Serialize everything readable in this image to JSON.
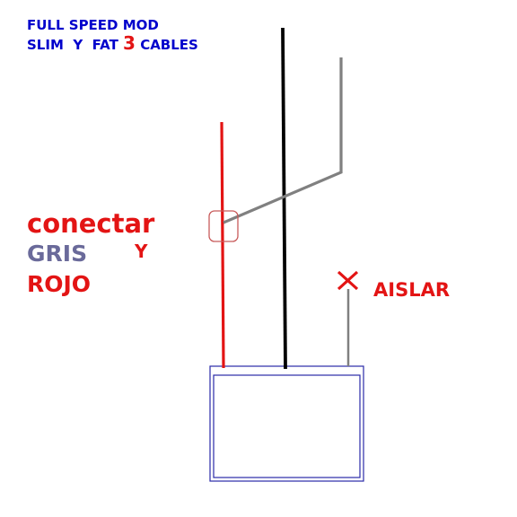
{
  "header": {
    "line1": "FULL SPEED MOD",
    "line2_prefix": "SLIM  Y  FAT ",
    "line2_number": "3",
    "line2_suffix": " CABLES"
  },
  "labels": {
    "connect": "conectar",
    "y": "Y",
    "gray": "GRIS",
    "red": "ROJO",
    "isolate": "AISLAR"
  },
  "colors": {
    "title_blue": "#0000cc",
    "accent_red": "#e31414",
    "gray_text": "#6a6a9a",
    "wire_red": "#e31414",
    "wire_black": "#000000",
    "wire_gray": "#808080",
    "box_border": "#2a2aa8",
    "connection_circle": "#c85a5a"
  },
  "icons": {
    "isolate_mark": "x-mark-icon"
  }
}
